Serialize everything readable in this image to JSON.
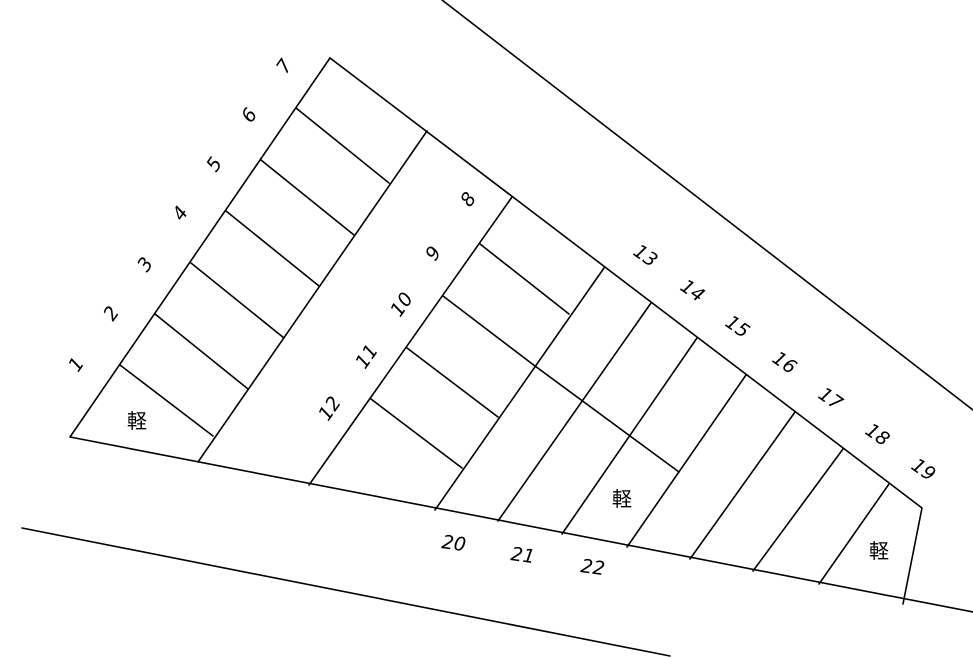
{
  "lot_title": "",
  "spaces": [
    {
      "number": "1"
    },
    {
      "number": "2"
    },
    {
      "number": "3"
    },
    {
      "number": "4"
    },
    {
      "number": "5"
    },
    {
      "number": "6"
    },
    {
      "number": "7"
    },
    {
      "number": "8"
    },
    {
      "number": "9"
    },
    {
      "number": "10"
    },
    {
      "number": "11"
    },
    {
      "number": "12"
    },
    {
      "number": "13"
    },
    {
      "number": "14"
    },
    {
      "number": "15"
    },
    {
      "number": "16"
    },
    {
      "number": "17"
    },
    {
      "number": "18"
    },
    {
      "number": "19"
    },
    {
      "number": "20"
    },
    {
      "number": "21"
    },
    {
      "number": "22"
    }
  ],
  "kei_label": "軽",
  "line_color": "#000000"
}
